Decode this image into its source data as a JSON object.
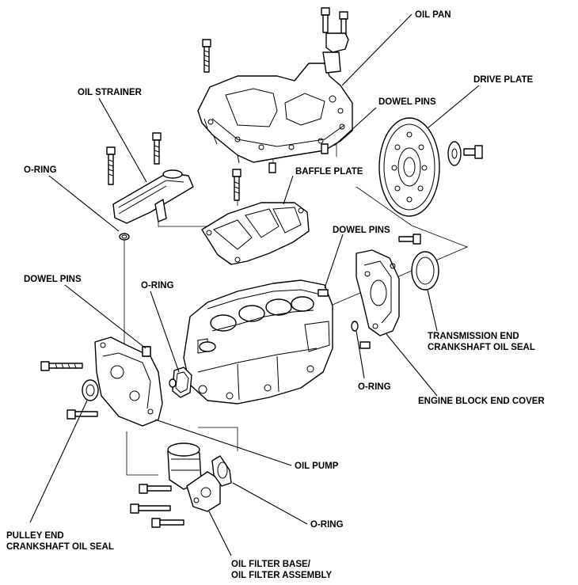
{
  "labels": {
    "oil_pan": "OIL PAN",
    "drive_plate": "DRIVE PLATE",
    "oil_strainer": "OIL STRAINER",
    "dowel_pins_top": "DOWEL PINS",
    "o_ring_left": "O-RING",
    "baffle_plate": "BAFFLE PLATE",
    "dowel_pins_right": "DOWEL PINS",
    "dowel_pins_left": "DOWEL PINS",
    "o_ring_center": "O-RING",
    "transmission_seal_line1": "TRANSMISSION END",
    "transmission_seal_line2": "CRANKSHAFT OIL SEAL",
    "o_ring_right": "O-RING",
    "engine_block_end_cover": "ENGINE BLOCK END COVER",
    "oil_pump": "OIL PUMP",
    "o_ring_bottom": "O-RING",
    "pulley_seal_line1": "PULLEY END",
    "pulley_seal_line2": "CRANKSHAFT OIL SEAL",
    "oil_filter_line1": "OIL FILTER BASE/",
    "oil_filter_line2": "OIL FILTER ASSEMBLY"
  }
}
